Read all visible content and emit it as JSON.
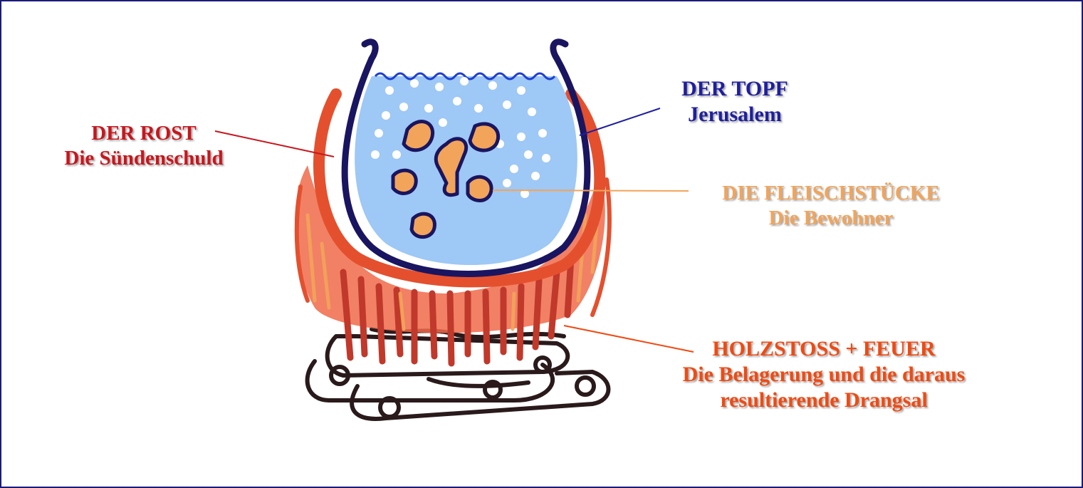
{
  "colors": {
    "rost": "#c8161d",
    "topf": "#1f1f9e",
    "fleisch": "#f2a45a",
    "feuer": "#f04a12",
    "water": "#9ec8f5",
    "pot_outline": "#1a1560",
    "flame": "#e4502e",
    "wood": "#2a1a1c"
  },
  "labels": {
    "rost": {
      "title": "DER ROST",
      "subtitle": "Die Sündenschuld"
    },
    "topf": {
      "title": "DER TOPF",
      "subtitle": "Jerusalem"
    },
    "fleisch": {
      "title": "DIE FLEISCHSTÜCKE",
      "subtitle": "Die Bewohner"
    },
    "feuer": {
      "title": "HOLZSTOSS + FEUER",
      "subtitle_line1": "Die Belagerung und die daraus",
      "subtitle_line2": "resultierende Drangsal"
    }
  }
}
